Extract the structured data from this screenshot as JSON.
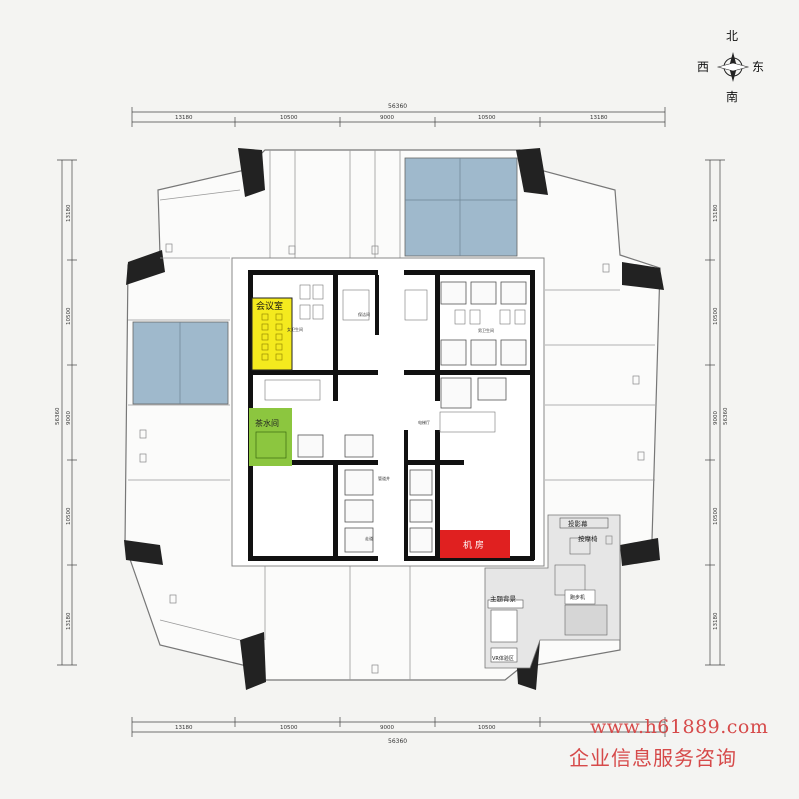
{
  "compass": {
    "north": "北",
    "south": "南",
    "east": "东",
    "west": "西"
  },
  "dimensions": {
    "total": "56360",
    "spans": [
      "13180",
      "10500",
      "9000",
      "10500",
      "13180"
    ],
    "side_total": "56360",
    "side_spans": [
      "13180",
      "10500",
      "9000",
      "10500",
      "13180"
    ]
  },
  "rooms": {
    "meeting": "会议室",
    "tea": "茶水间",
    "machine": "机 房",
    "projection": "投影幕",
    "press": "按摩椅",
    "reception": "主题背景",
    "vr": "VR体验区",
    "treadmill": "跑步机",
    "female_wc": "女卫生间",
    "male_wc": "男卫生间",
    "elevator_hall": "电梯厅",
    "pipe": "管道井",
    "corridor": "走道",
    "closet": "保洁间"
  },
  "watermark": {
    "url": "www.h61889.com",
    "company": "企业信息服务咨询"
  },
  "colors": {
    "meeting": "#f4ea1e",
    "tea": "#8cc63f",
    "machine": "#e02020",
    "blue_zone": "#9fb9cc",
    "wall": "#111111",
    "watermark": "#d64a4a"
  }
}
